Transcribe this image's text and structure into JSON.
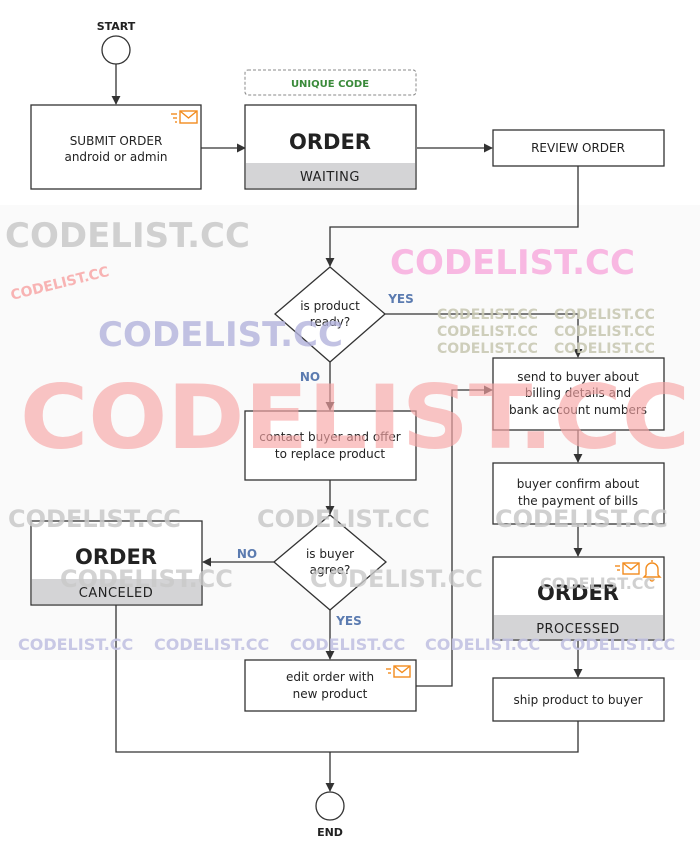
{
  "flow": {
    "start": "START",
    "end": "END",
    "unique_code": "UNIQUE CODE",
    "submit_line1": "SUBMIT ORDER",
    "submit_line2": "android or admin",
    "order_waiting_title": "ORDER",
    "order_waiting_status": "WAITING",
    "review_order": "REVIEW ORDER",
    "product_ready_q1": "is product",
    "product_ready_q2": "ready?",
    "yes1": "YES",
    "no1": "NO",
    "send_line1": "send to buyer about",
    "send_line2": "billing details and",
    "send_line3": "bank account numbers",
    "contact_line1": "contact buyer and offer",
    "contact_line2": "to replace product",
    "buyer_confirm_line1": "buyer confirm about",
    "buyer_confirm_line2": "the payment of bills",
    "buyer_agree_q1": "is buyer",
    "buyer_agree_q2": "agree?",
    "no2": "NO",
    "yes2": "YES",
    "order_canceled_title": "ORDER",
    "order_canceled_status": "CANCELED",
    "order_processed_title": "ORDER",
    "order_processed_status": "PROCESSED",
    "edit_line1": "edit order with",
    "edit_line2": "new product",
    "ship": "ship product to buyer"
  },
  "watermark": {
    "text": "CODELIST.CC"
  },
  "colors": {
    "line": "#333333",
    "status_fill": "#d4d4d6",
    "unique_code": "#3a8a3a",
    "branch_label": "#5b7bb0",
    "icon_orange": "#f28c1e",
    "wm_gray": "#c8c8c8",
    "wm_pink": "#f7a8dc",
    "wm_red": "#f7a6a6",
    "wm_blue": "#b3b3dc",
    "wm_olive": "#c9c9b4",
    "wm_lightblue": "#c2c2e2"
  }
}
